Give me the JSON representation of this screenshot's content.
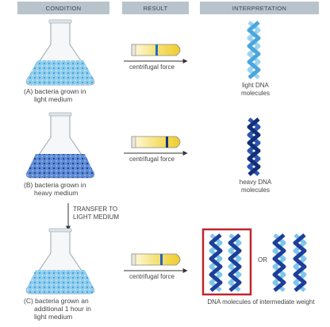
{
  "headers": {
    "condition": "CONDITION",
    "result": "RESULT",
    "interpretation": "INTERPRETATION"
  },
  "rows": [
    {
      "id": "A",
      "caption_line1": "(A) bacteria grown in",
      "caption_line2": "light medium",
      "force_label": "centrifugal force",
      "interp_line1": "light DNA",
      "interp_line2": "molecules",
      "medium_color": "#74bfe6",
      "band_color": "#1f6fc2"
    },
    {
      "id": "B",
      "caption_line1": "(B) bacteria grown in",
      "caption_line2": "heavy medium",
      "force_label": "centrifugal force",
      "interp_line1": "heavy DNA",
      "interp_line2": "molecules",
      "medium_color": "#4a79c9",
      "band_color": "#16337e"
    },
    {
      "id": "C",
      "caption_line1": "(C) bacteria grown an",
      "caption_line2": "additional 1 hour in",
      "caption_line3": "light medium",
      "force_label": "centrifugal force",
      "or_label": "OR",
      "interp_label": "DNA molecules of intermediate weight",
      "medium_color": "#74bfe6",
      "band_color": "#2a62b8",
      "highlight_color": "#c0262d"
    }
  ],
  "transfer": {
    "line1": "TRANSFER TO",
    "line2": "LIGHT MEDIUM"
  },
  "colors": {
    "light_strand": "#7fc6ea",
    "heavy_strand": "#1d3f99",
    "tube_fill": "#f3dc58",
    "header_bg": "#b9c3cb"
  }
}
